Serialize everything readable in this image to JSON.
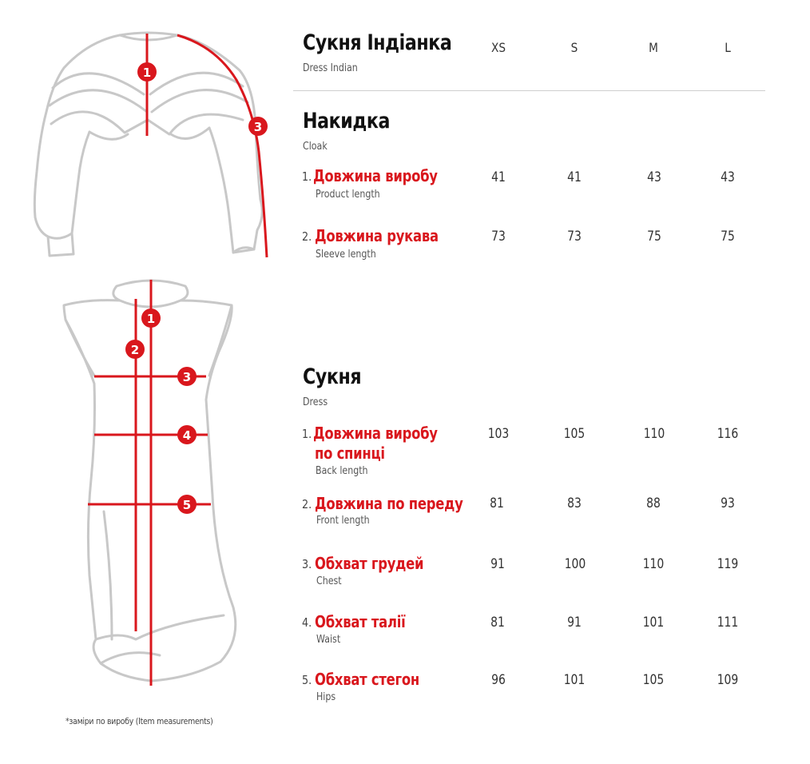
{
  "header": {
    "title": "Сукня Індіанка",
    "subtitle": "Dress Indian"
  },
  "sizes": [
    "XS",
    "S",
    "M",
    "L"
  ],
  "cloak": {
    "title": "Накидка",
    "subtitle": "Cloak",
    "rows": [
      {
        "num": "1.",
        "label": "Довжина виробу",
        "sub": "Product length",
        "values": [
          "41",
          "41",
          "43",
          "43"
        ]
      },
      {
        "num": "2.",
        "label": "Довжина рукава",
        "sub": "Sleeve length",
        "values": [
          "73",
          "73",
          "75",
          "75"
        ]
      }
    ]
  },
  "dress": {
    "title": "Сукня",
    "subtitle": "Dress",
    "rows": [
      {
        "num": "1.",
        "label": "Довжина виробу",
        "label2": "по спинці",
        "sub": "Back length",
        "values": [
          "103",
          "105",
          "110",
          "116"
        ]
      },
      {
        "num": "2.",
        "label": "Довжина по переду",
        "sub": "Front length",
        "values": [
          "81",
          "83",
          "88",
          "93"
        ]
      },
      {
        "num": "3.",
        "label": "Обхват грудей",
        "sub": "Chest",
        "values": [
          "91",
          "100",
          "110",
          "119"
        ]
      },
      {
        "num": "4.",
        "label": "Обхват талії",
        "sub": "Waist",
        "values": [
          "81",
          "91",
          "101",
          "111"
        ]
      },
      {
        "num": "5.",
        "label": "Обхват стегон",
        "sub": "Hips",
        "values": [
          "96",
          "101",
          "105",
          "109"
        ]
      }
    ]
  },
  "markers": {
    "cloak": [
      "1",
      "3"
    ],
    "dress": [
      "1",
      "2",
      "3",
      "4",
      "5"
    ]
  },
  "footnote": "*заміри по виробу (Item measurements)",
  "colors": {
    "accent": "#d9171d",
    "outline": "#c8c8c8",
    "text": "#222222"
  }
}
